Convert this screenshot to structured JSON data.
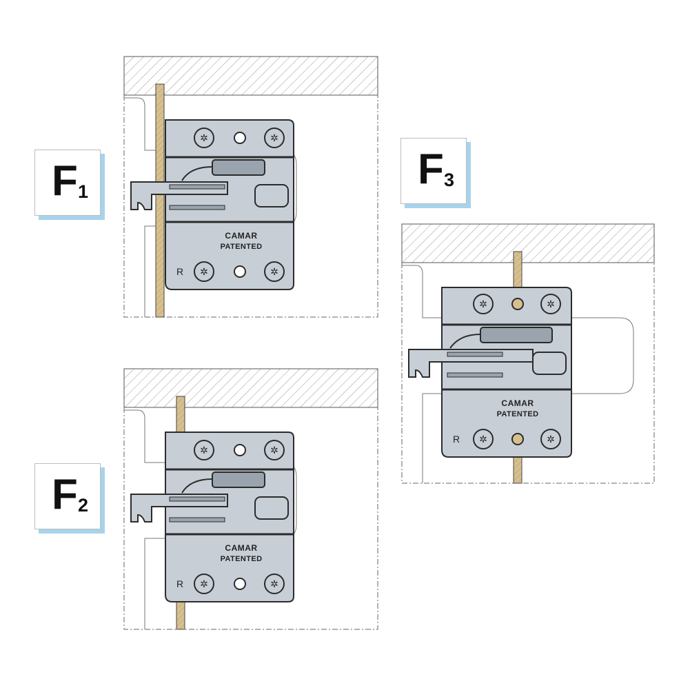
{
  "figures": [
    {
      "id": "F1",
      "letter": "F",
      "subscript": "1",
      "brand": "CAMAR",
      "patent": "PATENTED",
      "side": "R"
    },
    {
      "id": "F2",
      "letter": "F",
      "subscript": "2",
      "brand": "CAMAR",
      "patent": "PATENTED",
      "side": "R"
    },
    {
      "id": "F3",
      "letter": "F",
      "subscript": "3",
      "brand": "CAMAR",
      "patent": "PATENTED",
      "side": "R"
    }
  ],
  "colors": {
    "metal": "#c7ced6",
    "metal_dark": "#9aa4ae",
    "outline": "#2b2b2b",
    "wood": "#d6c090",
    "hatch": "#9a9a9a",
    "label_shadow": "#a7d3ec"
  }
}
